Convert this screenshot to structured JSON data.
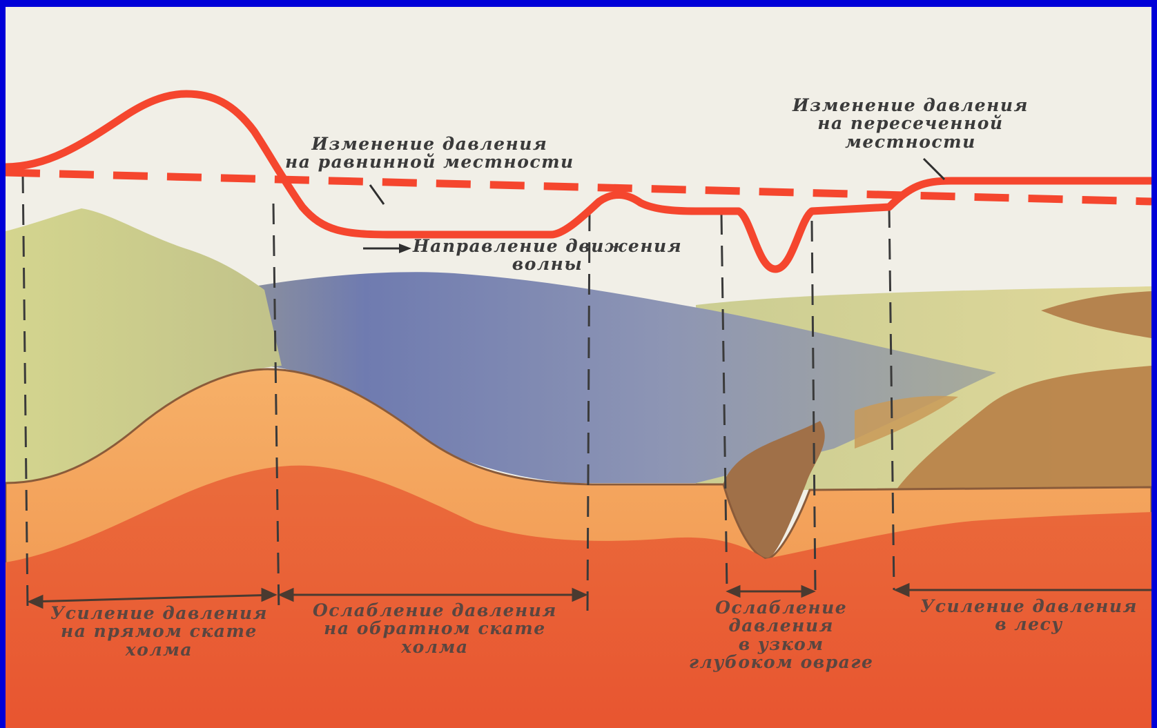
{
  "diagram": {
    "curve_labels": {
      "plain_terrain": [
        "Изменение давления",
        "на равнинной местности"
      ],
      "rugged_terrain": [
        "Изменение давления",
        "на пересеченной",
        "местности"
      ]
    },
    "wave_direction_label": [
      "Направление движения",
      "волны"
    ],
    "zone_labels": [
      [
        "Усиление давления",
        "на прямом скате",
        "холма"
      ],
      [
        "Ослабление давления",
        "на обратном скате",
        "холма"
      ],
      [
        "Ослабление",
        "давления",
        "в узком",
        "глубоком овраге"
      ],
      [
        "Усиление давления",
        "в лесу"
      ]
    ],
    "colors": {
      "frame_border": "#0000d8",
      "background": "#f1efe7",
      "pressure_curve": "#f5462e",
      "ground_orange": "#f29a4e",
      "ground_red": "#e9623a",
      "hill_front_slope": "#cfcf8a",
      "hill_back_slope": "#7f88ad",
      "forest": "#b98246",
      "guide_lines": "#3a3a3a"
    }
  }
}
